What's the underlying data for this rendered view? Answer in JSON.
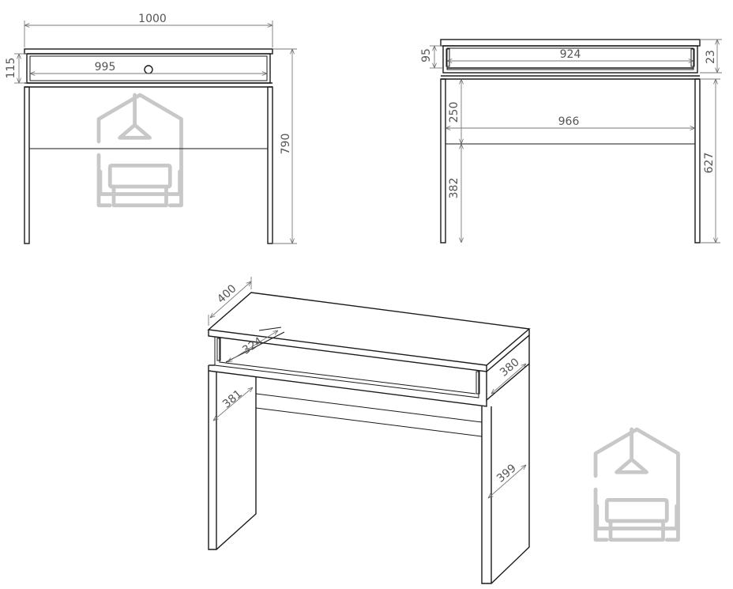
{
  "front_view": {
    "width_label": "1000",
    "drawer_width_label": "995",
    "drawer_height_label": "115",
    "height_label": "790"
  },
  "side_view": {
    "drawer_height_label": "95",
    "drawer_inner_label": "924",
    "top_thickness_label": "23",
    "upper_height_label": "250",
    "inner_width_label": "966",
    "lower_height_label": "382",
    "leg_height_label": "627"
  },
  "iso_view": {
    "depth_label": "400",
    "drawer_depth_label": "324",
    "side_depth_label": "380",
    "shelf_depth_label": "381",
    "leg_depth_label": "399"
  },
  "colors": {
    "line": "#1a1a1a",
    "dimension": "#555555",
    "watermark": "#c8c8c8"
  },
  "icons": [
    "house-sofa-watermark-icon"
  ]
}
